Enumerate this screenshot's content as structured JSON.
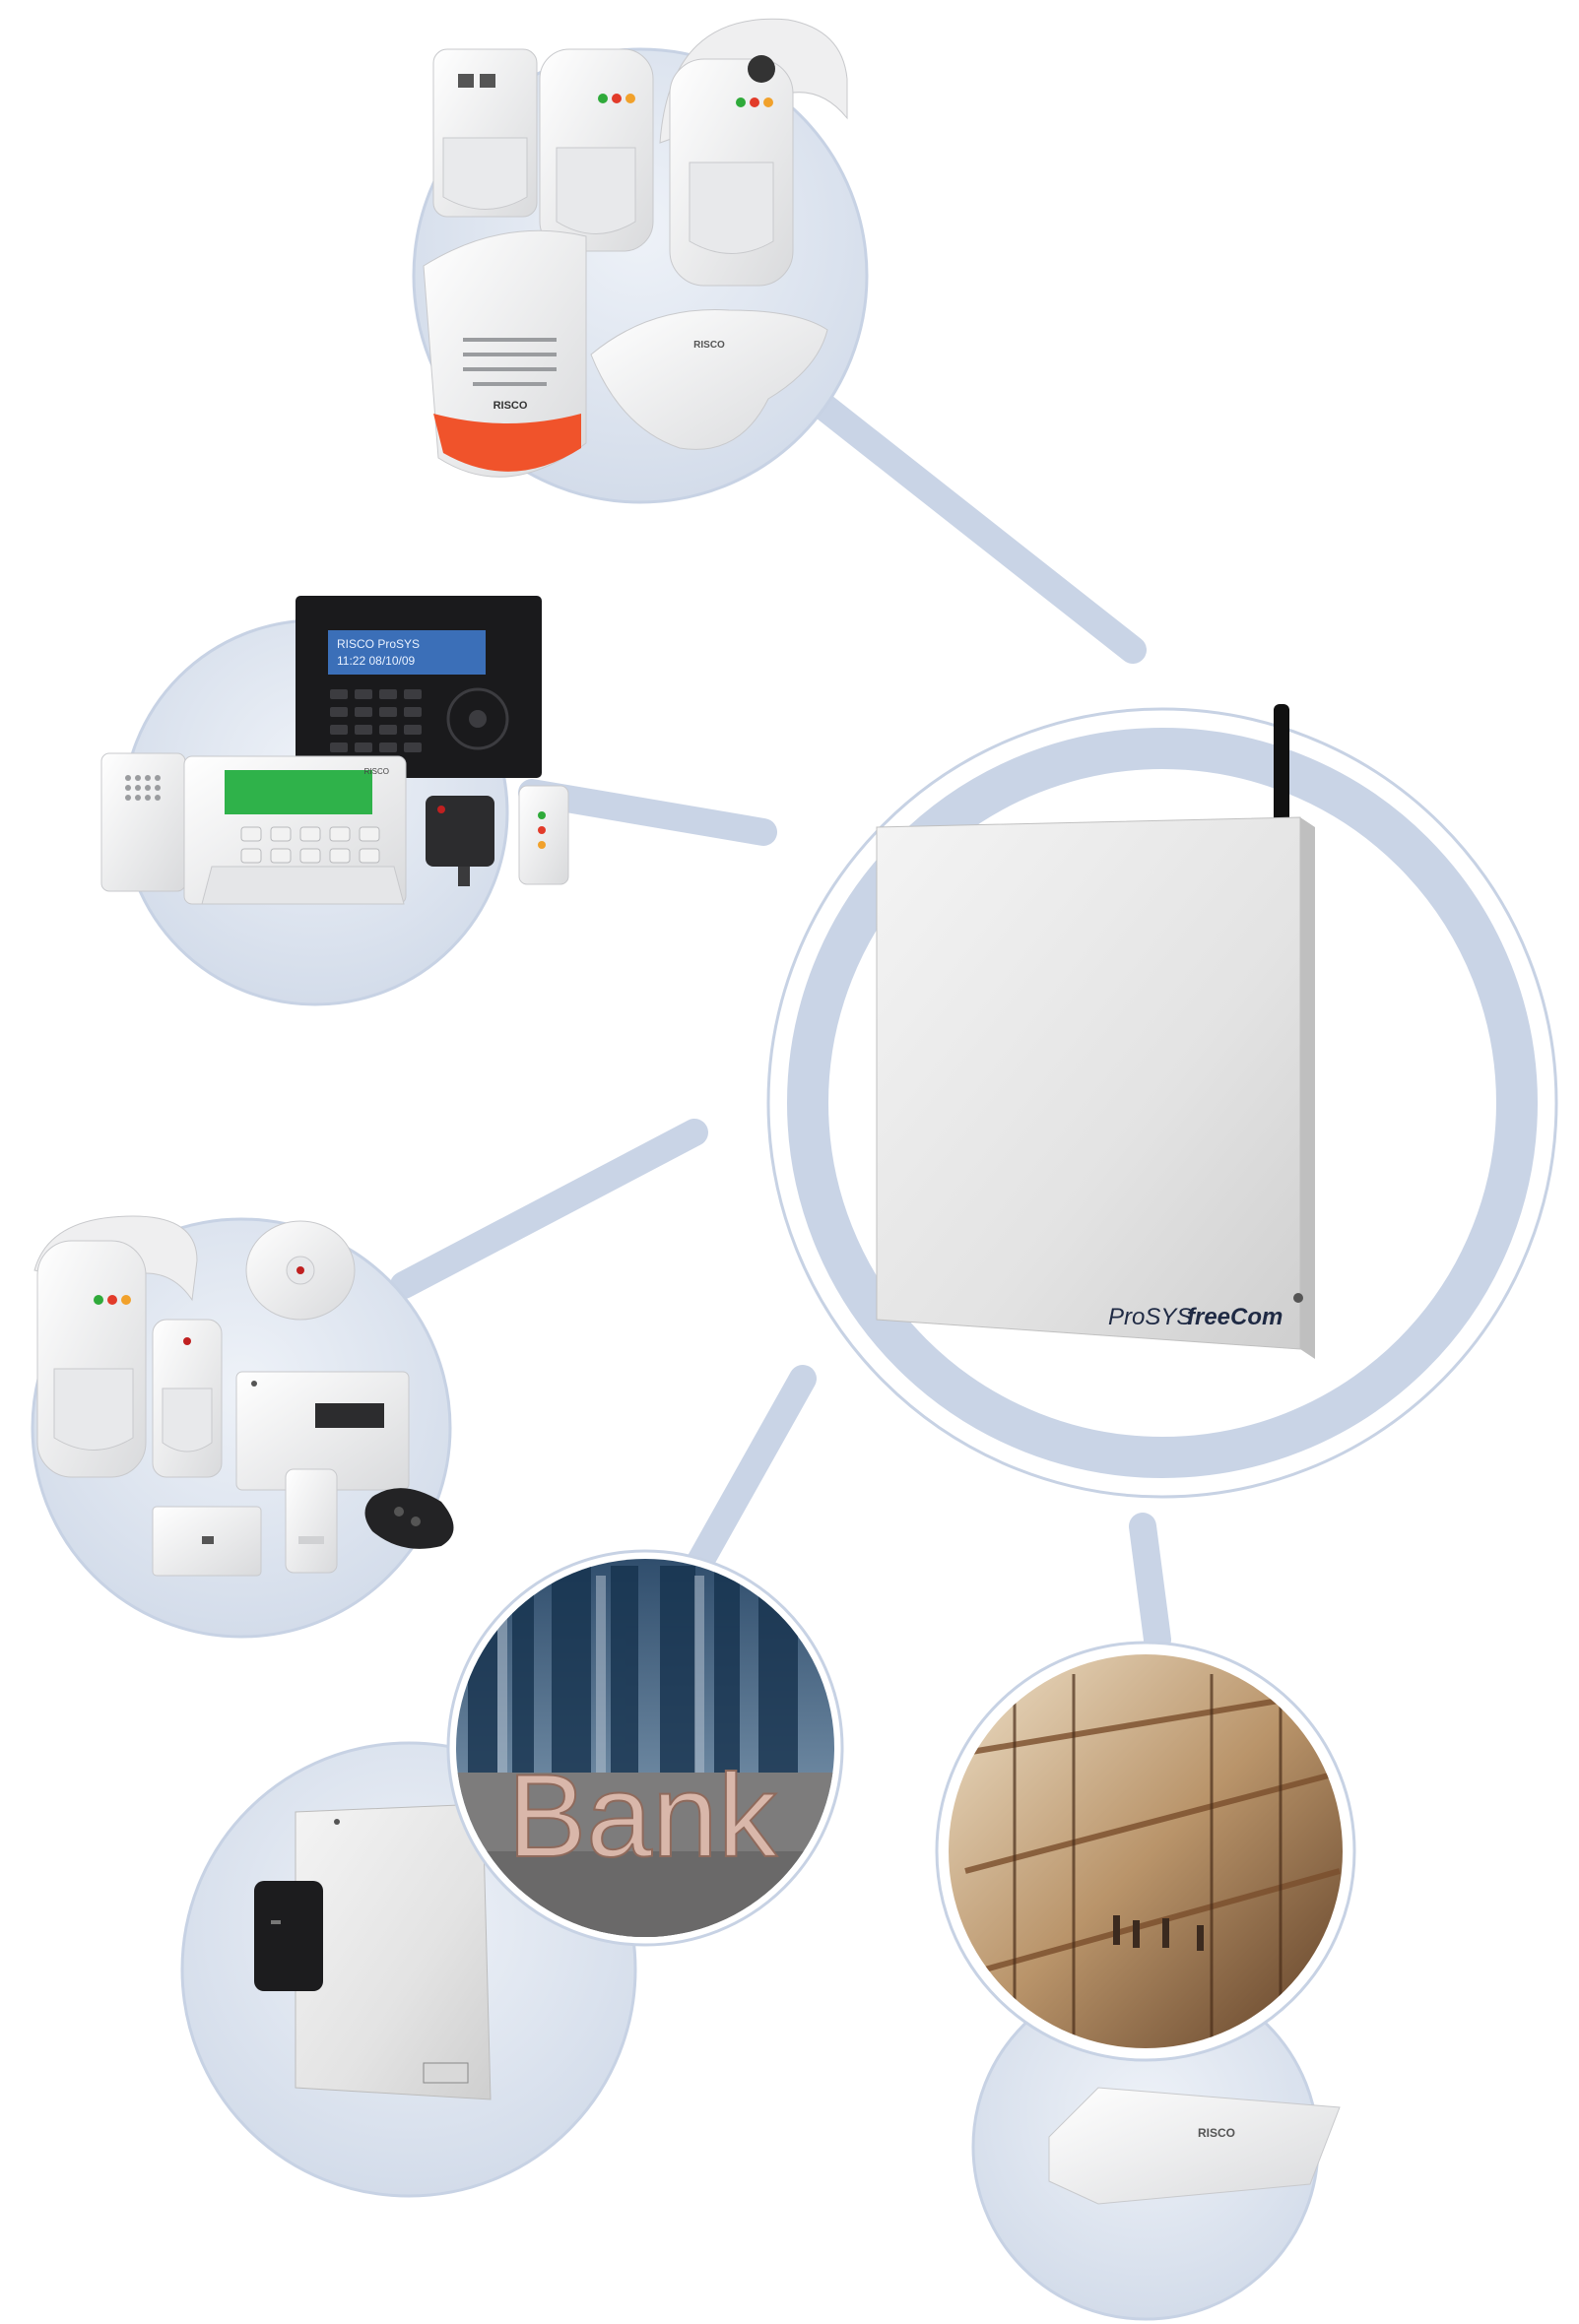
{
  "hub": {
    "brand": "ProSYS",
    "product": "freeCom"
  },
  "devices": {
    "siren_label": "RISCO",
    "keypad_lcd_line1": "RISCO ProSYS",
    "keypad_lcd_line2": "11:22 08/10/09",
    "wired_keypad_brand": "RISCO",
    "bank_sign": "Bank",
    "module_label": "RISCO"
  },
  "colors": {
    "connector": "#c9d4e6",
    "ring": "#c7d2e4",
    "disc": "#dde4ef",
    "siren_red": "#f0532b"
  },
  "icons": {
    "hub": "control-panel-icon",
    "antenna": "antenna-icon"
  }
}
